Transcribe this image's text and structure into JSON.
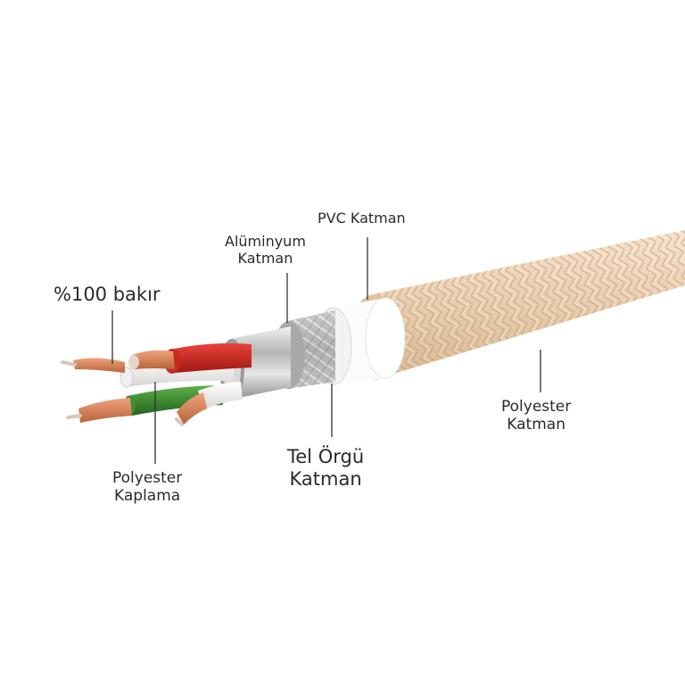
{
  "labels": {
    "copper": "%100 bakır",
    "aluminum": [
      "Alüminyum",
      "Katman"
    ],
    "pvc": "PVC Katman",
    "polyester_coating": [
      "Polyester",
      "Kaplama"
    ],
    "braid": [
      "Tel Örgü",
      "Katman"
    ],
    "polyester_layer": [
      "Polyester",
      "Katman"
    ]
  },
  "colors": {
    "jacket": "#e8c9aa",
    "copper": "#d97f55",
    "red_wire": "#d12a22",
    "green_wire": "#3a8a2c",
    "white_wire": "#f1efee",
    "aluminum": "#c8c8c8",
    "pvc": "#ffffff"
  }
}
